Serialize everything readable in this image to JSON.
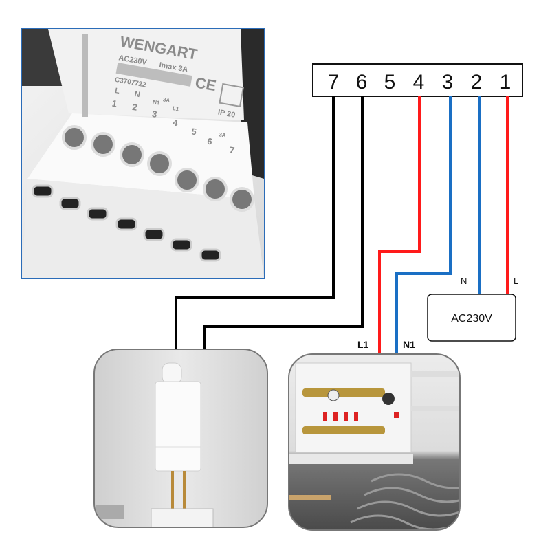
{
  "terminal_block": {
    "terminals": [
      "7",
      "6",
      "5",
      "4",
      "3",
      "2",
      "1"
    ]
  },
  "wires": [
    {
      "from": "7",
      "to": "boiler",
      "color": "#000000"
    },
    {
      "from": "6",
      "to": "boiler",
      "color": "#000000"
    },
    {
      "from": "4",
      "to": "L1",
      "color": "#ff1a1a"
    },
    {
      "from": "3",
      "to": "N1",
      "color": "#1a6fc4"
    },
    {
      "from": "2",
      "to": "N",
      "color": "#1a6fc4"
    },
    {
      "from": "1",
      "to": "L",
      "color": "#ff1a1a"
    }
  ],
  "power": {
    "label": "AC230V",
    "n_label": "N",
    "l_label": "L"
  },
  "manifold": {
    "l1_label": "L1",
    "n1_label": "N1"
  },
  "device_photo": {
    "brand": "WENGART",
    "rating": "AC230V",
    "imax": "Imax 3A",
    "serial": "C3707722",
    "ce": "CE",
    "ip": "IP 20",
    "terminal_labels": [
      "1",
      "2",
      "3",
      "4",
      "5",
      "6",
      "7"
    ],
    "sub_labels": [
      "L",
      "N",
      "N1",
      "L1",
      "3A",
      "3A"
    ]
  },
  "colors": {
    "red": "#ff1a1a",
    "blue": "#1a6fc4",
    "black": "#000000",
    "photo_border": "#2b6cb8"
  }
}
